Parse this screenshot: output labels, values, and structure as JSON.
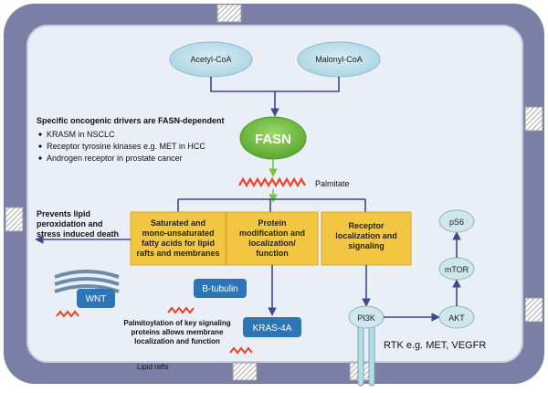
{
  "nodes": {
    "acetyl_coa": "Acetyl-CoA",
    "malonyl_coa": "Malonyl-CoA",
    "fasn": "FASN",
    "palmitate": "Palmitate",
    "pi3k": "PI3K",
    "akt": "AKT",
    "mtor": "mTOR",
    "ps6": "pS6",
    "wnt": "WNT",
    "b_tubulin": "B-tubulin",
    "kras": "KRAS-4A"
  },
  "drivers": {
    "title": "Specific oncogenic drivers are FASN-dependent",
    "items": [
      "KRASM in NSCLC",
      "Receptor tyrosine kinases e.g. MET in HCC",
      "Androgen receptor in prostate cancer"
    ]
  },
  "boxes": {
    "fatty_acids": [
      "Saturated and",
      "mono-unsaturated",
      "fatty acids for lipid",
      "rafts and membranes"
    ],
    "protein": [
      "Protein",
      "modification and",
      "localization/",
      "function"
    ],
    "receptor": [
      "Receptor",
      "localization and",
      "signaling"
    ]
  },
  "notes": {
    "prevents": [
      "Prevents lipid",
      "peroxidation and",
      "stress induced death"
    ],
    "palmitoylation": [
      "Palmitoylation of key signaling",
      "proteins allows membrane",
      "localization and function"
    ],
    "lipid_rafts": "Lipid rafts",
    "rtk": "RTK e.g. MET, VEGFR"
  },
  "colors": {
    "membrane": "#7b7fa6",
    "cell_bg": "#eaeef6",
    "metabolite": "#b9dde9",
    "fasn": "#7cc242",
    "function_box": "#f3c641",
    "protein_blue": "#2e75b6",
    "signaling": "#cfe6ea",
    "palmitate": "#e8442a",
    "arrow": "#3a4a8c"
  }
}
